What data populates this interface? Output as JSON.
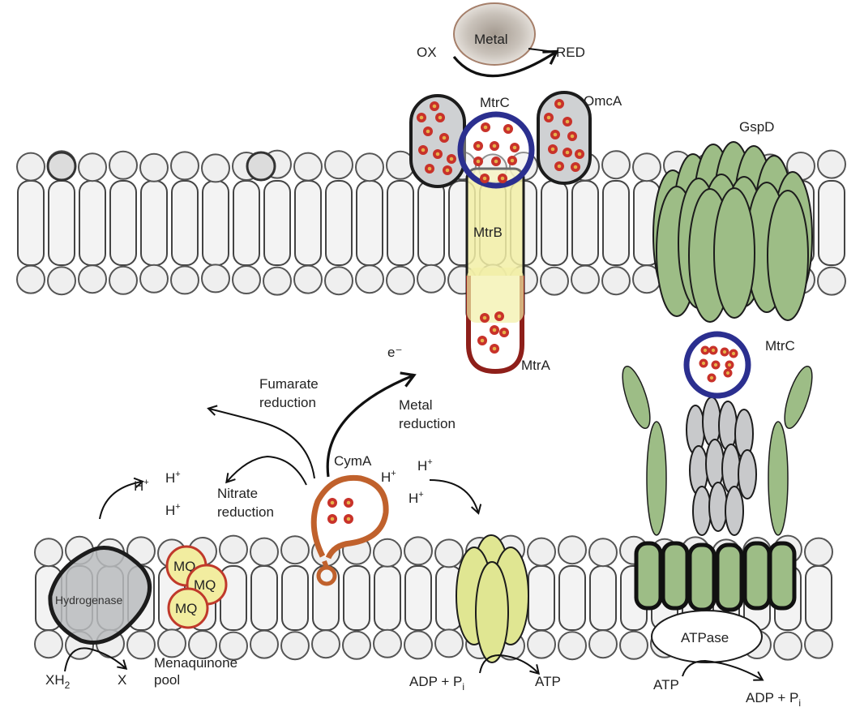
{
  "diagram": {
    "title": "Shewanella extracellular electron transfer and membrane energetics",
    "colors": {
      "mtrc_ring": "#2b2f8f",
      "mtra_ring": "#8e1f1a",
      "cyma_ring": "#c0612c",
      "cytochrome_fill": "#cfd1d3",
      "mtrb_fill": "#f2efa6",
      "gspd_fill": "#9dbd86",
      "atp_synthase_fill": "#e0e692",
      "mq_fill": "#f2eda0",
      "mq_ring": "#c0392b",
      "hydrogenase_fill": "#b9bbbd",
      "heme": "#c8322a",
      "pilus_fill": "#c8c9cb"
    },
    "outer_membrane": {
      "labels": {
        "metal": "Metal",
        "ox": "OX",
        "red": "RED",
        "mtrc": "MtrC",
        "omca": "OmcA",
        "mtrb": "MtrB",
        "mtra": "MtrA",
        "gspd": "GspD"
      }
    },
    "pathways": {
      "electron": "e⁻",
      "fumarate_line1": "Fumarate",
      "fumarate_line2": "reduction",
      "metal_line1": "Metal",
      "metal_line2": "reduction",
      "nitrate_line1": "Nitrate",
      "nitrate_line2": "reduction",
      "cyma": "CymA"
    },
    "protons": {
      "symbol": "H",
      "charge": "+"
    },
    "inner_membrane": {
      "labels": {
        "hydrogenase": "Hydrogenase",
        "mq": "MQ",
        "menaquinone_line1": "Menaquinone",
        "menaquinone_line2": "pool",
        "xh2_base": "XH",
        "xh2_sub": "2",
        "x": "X",
        "adp_pi_left": "ADP + P",
        "pi_sub": "i",
        "atp_right": "ATP",
        "atpase": "ATPase",
        "atp_left": "ATP",
        "adp_pi_right": "ADP + P",
        "mtrc_secretion": "MtrC"
      }
    }
  }
}
